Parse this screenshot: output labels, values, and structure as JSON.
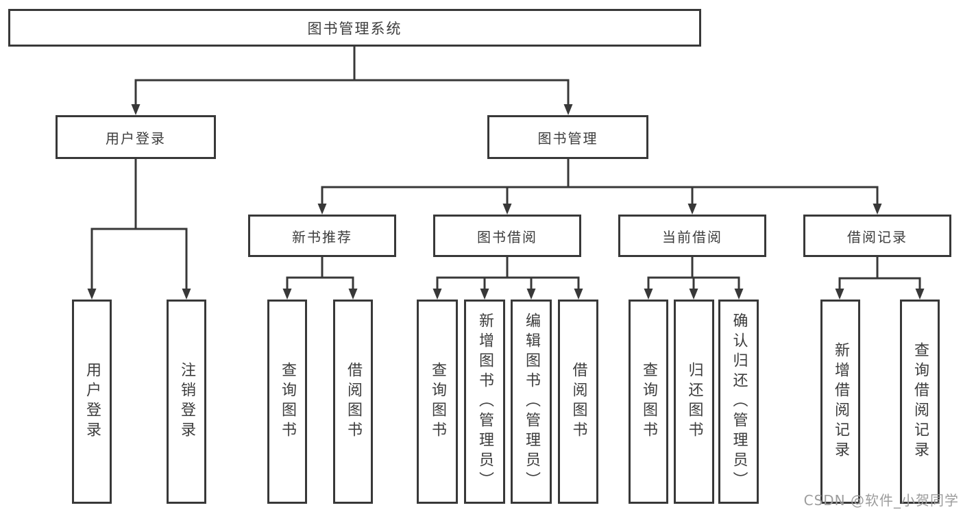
{
  "diagram": {
    "tree": {
      "label": "图书管理系统",
      "children": [
        {
          "label": "用户登录",
          "children": [
            {
              "label": "用户登录"
            },
            {
              "label": "注销登录"
            }
          ]
        },
        {
          "label": "图书管理",
          "children": [
            {
              "label": "新书推荐",
              "children": [
                {
                  "label": "查询图书"
                },
                {
                  "label": "借阅图书"
                }
              ]
            },
            {
              "label": "图书借阅",
              "children": [
                {
                  "label": "查询图书"
                },
                {
                  "label": "新增图书（管理员）"
                },
                {
                  "label": "编辑图书（管理员）"
                },
                {
                  "label": "借阅图书"
                }
              ]
            },
            {
              "label": "当前借阅",
              "children": [
                {
                  "label": "查询图书"
                },
                {
                  "label": "归还图书"
                },
                {
                  "label": "确认归还（管理员）"
                }
              ]
            },
            {
              "label": "借阅记录",
              "children": [
                {
                  "label": "新增借阅记录"
                },
                {
                  "label": "查询借阅记录"
                }
              ]
            }
          ]
        }
      ]
    }
  },
  "watermark": {
    "text": "CSDN @软件_小贺同学"
  },
  "colors": {
    "line": "#383838",
    "box_border": "#383838",
    "text": "#3d3d3d",
    "watermark": "#9c9c9c",
    "background": "#ffffff"
  }
}
